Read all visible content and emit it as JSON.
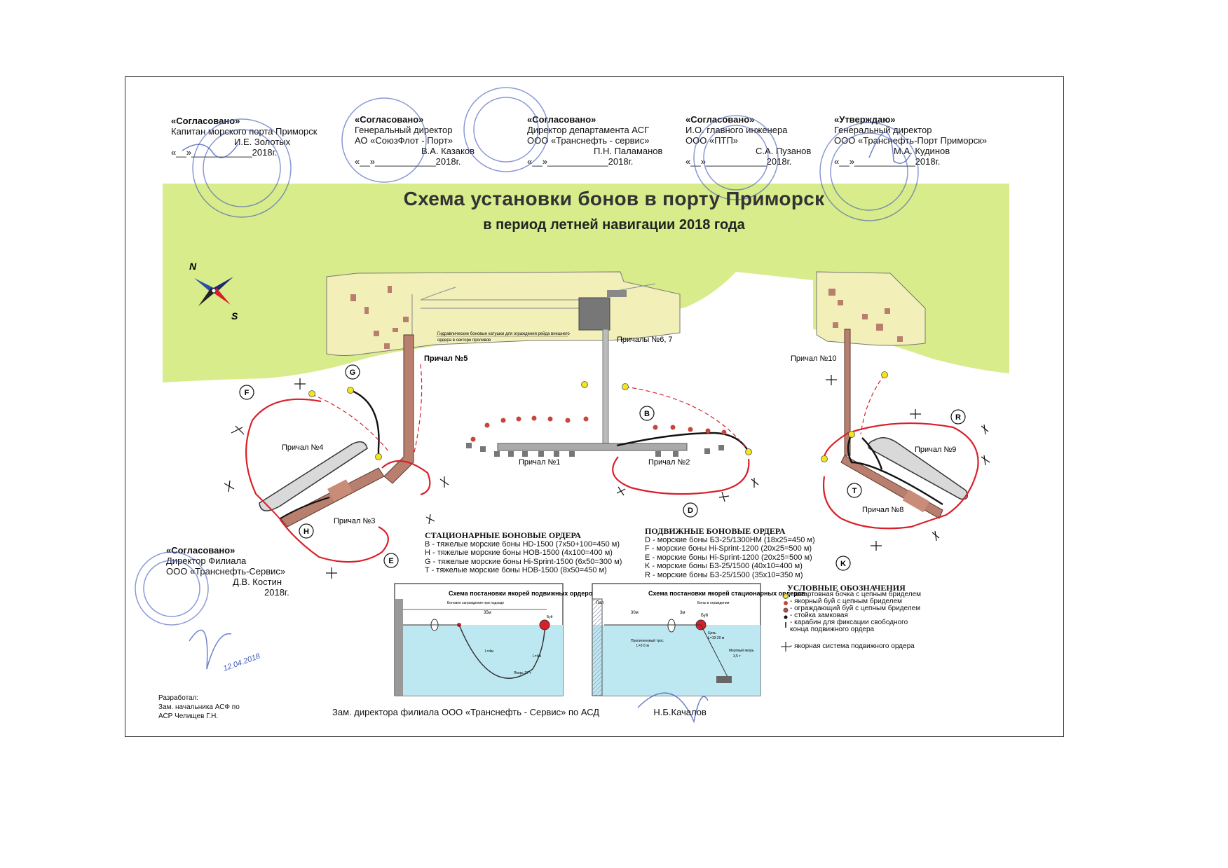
{
  "approvals": [
    {
      "heading": "«Согласовано»",
      "line1": "Капитан морского порта Приморск",
      "line2": "",
      "name": "И.Е. Золотых",
      "date": "«__»____________2018г."
    },
    {
      "heading": "«Согласовано»",
      "line1": "Генеральный директор",
      "line2": "АО «СоюзФлот - Порт»",
      "name": "В.А. Казаков",
      "date": "«__»____________2018г."
    },
    {
      "heading": "«Согласовано»",
      "line1": "Директор департамента АСГ",
      "line2": "ООО «Транснефть - сервис»",
      "name": "П.Н. Паламанов",
      "date": "«__»____________2018г."
    },
    {
      "heading": "«Согласовано»",
      "line1": "И.О. главного инженера",
      "line2": "ООО «ПТП»",
      "name": "С.А. Пузанов",
      "date": "«__»____________2018г."
    },
    {
      "heading": "«Утверждаю»",
      "line1": "Генеральный директор",
      "line2": "ООО «Транснефть-Порт Приморск»",
      "name": "М.А. Кудинов",
      "date": "«__»____________2018г."
    }
  ],
  "approval_branch": {
    "heading": "«Согласовано»",
    "line1": "Директор Филиала",
    "line2": "ООО «Транснефть-Сервис»",
    "name": "Д.В. Костин",
    "date": "2018г."
  },
  "title": "Схема установки бонов в порту Приморск",
  "subtitle": "в период летней навигации 2018 года",
  "compass": {
    "north": "N",
    "south": "S"
  },
  "berths": {
    "b1": "Причал №1",
    "b2": "Причал №2",
    "b3": "Причал №3",
    "b4": "Причал №4",
    "b5": "Причал №5",
    "b67": "Причалы №6, 7",
    "b8": "Причал №8",
    "b9": "Причал №9",
    "b10": "Причал №10"
  },
  "hydraulic_note": [
    "Гидравлические боновые катушки для ограждения рейда внешнего",
    "ордера в секторе проливов"
  ],
  "boom_labels": {
    "B": "B",
    "D": "D",
    "E": "E",
    "F": "F",
    "G": "G",
    "H": "H",
    "K": "K",
    "R": "R",
    "T": "T"
  },
  "stationary": {
    "heading": "СТАЦИОНАРНЫЕ БОНОВЫЕ ОРДЕРА",
    "items": [
      "B - тяжелые морские боны  HD-1500 (7x50+100=450 м)",
      "H - тяжелые морские боны  HOB-1500 (4x100=400 м)",
      "G - тяжелые морские боны  Hi-Sprint-1500 (6x50=300 м)",
      "T - тяжелые морские боны  HDB-1500 (8x50=450 м)"
    ]
  },
  "mobile": {
    "heading": "ПОДВИЖНЫЕ БОНОВЫЕ ОРДЕРА",
    "items": [
      "D - морские боны  БЗ-25/1300НМ (18x25=450 м)",
      "F - морские боны  Hi-Sprint-1200 (20x25=500 м)",
      "E - морские боны  Hi-Sprint-1200 (20x25=500 м)",
      "K - морские боны  БЗ-25/1500 (40x10=400 м)",
      "R - морские боны  БЗ-25/1500 (35x10=350 м)"
    ]
  },
  "inset1": {
    "title": "Схема постановки якорей подвижных ордеров",
    "note": "Боновое заграждение при подходе",
    "dist": "35м",
    "buoy": "Буй",
    "l1": "L=4м",
    "l2": "L=4м",
    "anchor": "Якорь 27 т"
  },
  "inset2": {
    "title": "Схема постановки якорей стационарных ордеров",
    "pier": "Пал",
    "note": "Боны в ограждении",
    "d1": "30м",
    "d2": "3м",
    "buoy": "Буй",
    "rope": "Пропиленовый трос",
    "rope2": "L=2-5 м",
    "chain": "Цепь",
    "chain2": "L=10-20 м",
    "anchor": "Мертвый якорь",
    "anchor2": "3,5 т"
  },
  "legend": {
    "heading": "УСЛОВНЫЕ ОБОЗНАЧЕНИЯ",
    "items": [
      "- швартовная бочка с цепным бриделем",
      "- якорный буй с цепным бриделем",
      "- ограждающий буй с цепным бриделем",
      "- стойка замковая",
      "- карабин для фиксации свободного конца подвижного ордера",
      "- якорная система подвижного ордера"
    ]
  },
  "credits": "Разработал:\nЗам. начальника АСФ по\nАСР Челищев Г.Н.",
  "footer": {
    "text": "Зам. директора филиала ООО «Транснефть - Сервис» по АСД",
    "name": "Н.Б.Качалов"
  },
  "signature_date": "12.04.2018",
  "colors": {
    "land": "#d8ec8c",
    "mainland": "#f2f0b8",
    "boom_red": "#d9202a",
    "pier": "#b87e6e",
    "water": "#bde8f2"
  }
}
